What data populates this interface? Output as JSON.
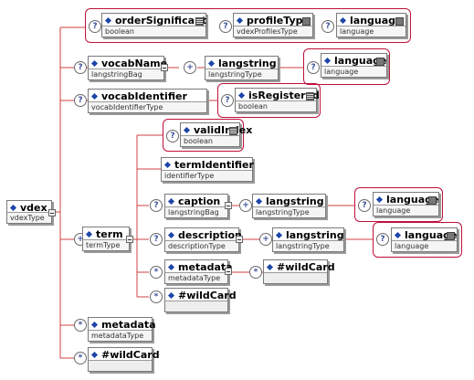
{
  "root": {
    "name": "vdex",
    "type": "vdexType"
  },
  "attribute_groups": [
    {
      "id": "g1",
      "nodes": [
        {
          "name": "orderSignificant",
          "type": "boolean"
        },
        {
          "name": "profileType",
          "type": "vdexProfilesType"
        },
        {
          "name": "language",
          "type": "language"
        }
      ]
    },
    {
      "id": "g2",
      "nodes": [
        {
          "name": "language",
          "type": "language"
        }
      ]
    },
    {
      "id": "g3",
      "nodes": [
        {
          "name": "isRegistered",
          "type": "boolean"
        }
      ]
    },
    {
      "id": "g4",
      "nodes": [
        {
          "name": "validIndex",
          "type": "boolean"
        }
      ]
    },
    {
      "id": "g5",
      "nodes": [
        {
          "name": "language",
          "type": "language"
        }
      ]
    },
    {
      "id": "g6",
      "nodes": [
        {
          "name": "language",
          "type": "language"
        }
      ]
    }
  ],
  "elements": {
    "vocabName": {
      "name": "vocabName",
      "type": "langstringBag"
    },
    "vocabName_langstring": {
      "name": "langstring",
      "type": "langstringType"
    },
    "vocabIdentifier": {
      "name": "vocabIdentifier",
      "type": "vocabIdentifierType"
    },
    "term": {
      "name": "term",
      "type": "termType"
    },
    "termIdentifier": {
      "name": "termIdentifier",
      "type": "identifierType"
    },
    "caption": {
      "name": "caption",
      "type": "langstringBag"
    },
    "caption_langstring": {
      "name": "langstring",
      "type": "langstringType"
    },
    "description": {
      "name": "description",
      "type": "descriptionType"
    },
    "description_langstring": {
      "name": "langstring",
      "type": "langstringType"
    },
    "term_metadata": {
      "name": "metadata",
      "type": "metadataType"
    },
    "term_metadata_wildcard": {
      "name": "#wildCard",
      "type": ""
    },
    "term_wildcard": {
      "name": "#wildCard",
      "type": ""
    },
    "metadata": {
      "name": "metadata",
      "type": "metadataType"
    },
    "wildcard": {
      "name": "#wildCard",
      "type": ""
    }
  },
  "compositors": {
    "optional": "?",
    "sequence": "+",
    "any": "*"
  }
}
